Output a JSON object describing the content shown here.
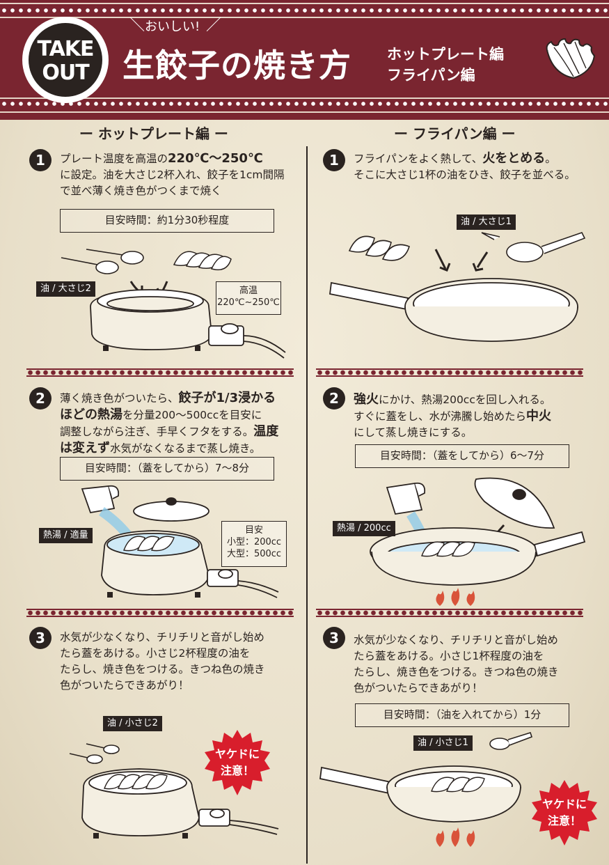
{
  "header": {
    "badge_line1": "TAKE",
    "badge_line2": "OUT",
    "tagline": "おいしい!",
    "title": "生餃子の焼き方",
    "subtitle_1": "ホットプレート編",
    "subtitle_2": "フライパン編"
  },
  "left": {
    "heading": "ー ホットプレート編 ー",
    "step1": {
      "number": "1",
      "line1_a": "プレート温度を高温の",
      "line1_b": "220℃〜250℃",
      "line2": "に設定。油を大さじ2杯入れ、餃子を1cm間隔",
      "line3": "で並べ薄く焼き色がつくまで焼く",
      "time": "目安時間：約1分30秒程度",
      "oil_tag": "油 / 大さじ2",
      "temp_title": "高温",
      "temp_value": "220℃~250℃"
    },
    "step2": {
      "number": "2",
      "line1_a": "薄く焼き色がついたら、",
      "line1_b": "餃子が1/3浸かる",
      "line2_a": "ほどの熱湯",
      "line2_b": "を分量200〜500ccを目安に",
      "line3_a": "調整しながら注ぎ、手早くフタをする。",
      "line3_b": "温度",
      "line4_a": "は変えず",
      "line4_b": "水気がなくなるまで蒸し焼き。",
      "time": "目安時間：（蓋をしてから）7〜8分",
      "water_tag": "熱湯 / 適量",
      "guide_title": "目安",
      "guide_small": "小型：200cc",
      "guide_large": "大型：500cc"
    },
    "step3": {
      "number": "3",
      "line1": "水気が少なくなり、チリチリと音がし始め",
      "line2": "たら蓋をあける。小さじ2杯程度の油を",
      "line3": "たらし、焼き色をつける。きつね色の焼き",
      "line4": "色がついたらできあがり！",
      "oil_tag": "油 / 小さじ2",
      "warn_1": "ヤケドに",
      "warn_2": "注意！"
    }
  },
  "right": {
    "heading": "ー フライパン編 ー",
    "step1": {
      "number": "1",
      "line1_a": "フライパンをよく熱して、",
      "line1_b": "火をとめる",
      "line1_c": "。",
      "line2": "そこに大さじ1杯の油をひき、餃子を並べる。",
      "oil_tag": "油 / 大さじ1"
    },
    "step2": {
      "number": "2",
      "line1_a": "強火",
      "line1_b": "にかけ、熱湯200ccを回し入れる。",
      "line2_a": "すぐに蓋をし、水が沸騰し始めたら",
      "line2_b": "中火",
      "line3": "にして蒸し焼きにする。",
      "time": "目安時間：（蓋をしてから）6〜7分",
      "water_tag": "熱湯 / 200cc"
    },
    "step3": {
      "number": "3",
      "line1": "水気が少なくなり、チリチリと音がし始め",
      "line2": "たら蓋をあける。小さじ1杯程度の油を",
      "line3": "たらし、焼き色をつける。きつね色の焼き",
      "line4": "色がついたらできあがり！",
      "time": "目安時間：（油を入れてから）1分",
      "oil_tag": "油 / 小さじ1",
      "warn_1": "ヤケドに",
      "warn_2": "注意！"
    }
  },
  "colors": {
    "header_red": "#7a2530",
    "ink": "#2a2320",
    "paper": "#ece4d0",
    "warning_red": "#d81e2c",
    "water_blue": "#bfe3f4",
    "flame": "#d9533a"
  }
}
